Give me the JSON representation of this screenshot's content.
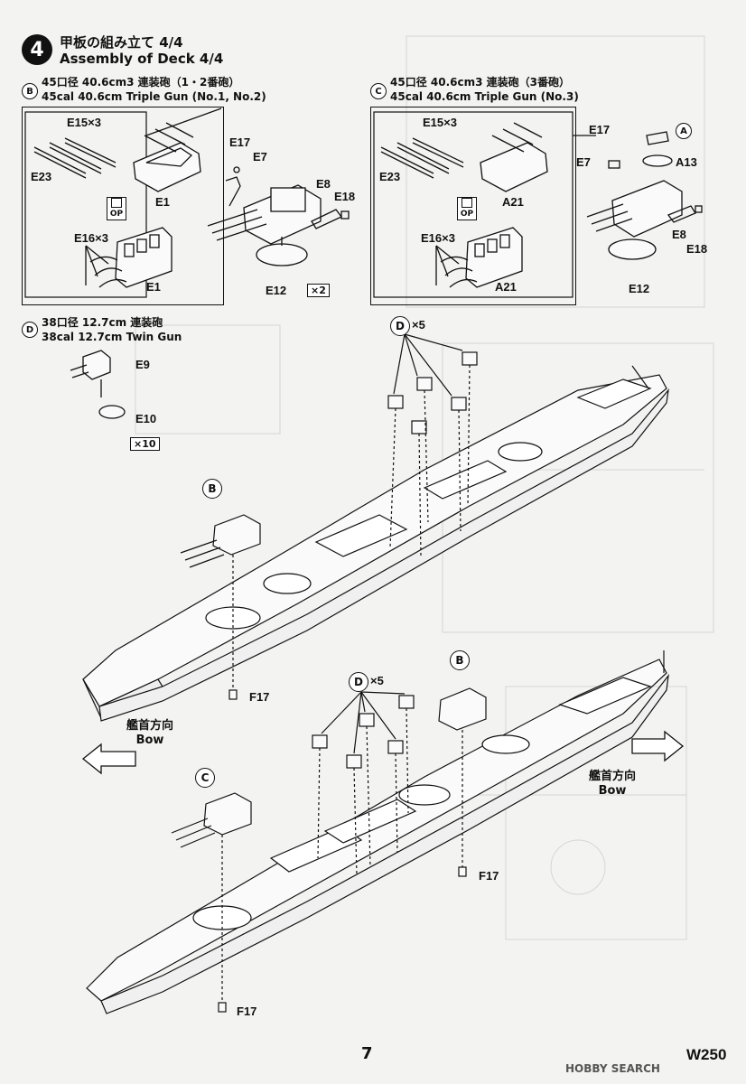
{
  "step": {
    "number": "4",
    "title_jp": "甲板の組み立て 4/4",
    "title_en": "Assembly of Deck 4/4"
  },
  "panel_b": {
    "marker": "B",
    "title_jp": "45口径 40.6cm3 連装砲（1・2番砲）",
    "title_en": "45cal 40.6cm Triple Gun (No.1, No.2)",
    "labels": {
      "e15": "E15×3",
      "e23": "E23",
      "e1_top": "E1",
      "op": "OP",
      "e16": "E16×3",
      "e1_bottom": "E1",
      "e17": "E17",
      "e7": "E7",
      "e8": "E8",
      "e18": "E18",
      "e12": "E12",
      "qty": "×2"
    }
  },
  "panel_c": {
    "marker": "C",
    "title_jp": "45口径 40.6cm3 連装砲（3番砲）",
    "title_en": "45cal 40.6cm Triple Gun (No.3)",
    "labels": {
      "e15": "E15×3",
      "e23": "E23",
      "a21_top": "A21",
      "op": "OP",
      "e16": "E16×3",
      "a21_bottom": "A21",
      "e17": "E17",
      "marker_a": "A",
      "e7": "E7",
      "a13": "A13",
      "e8": "E8",
      "e18": "E18",
      "e12": "E12"
    }
  },
  "panel_d": {
    "marker": "D",
    "title_jp": "38口径 12.7cm 連装砲",
    "title_en": "38cal 12.7cm Twin Gun",
    "labels": {
      "e9": "E9",
      "e10": "E10",
      "qty": "×10"
    }
  },
  "ship_upper": {
    "d_callout": "×5",
    "d_marker": "D",
    "b_marker": "B",
    "f17": "F17"
  },
  "ship_lower": {
    "d_callout": "×5",
    "d_marker": "D",
    "b_marker": "B",
    "c_marker": "C",
    "f17_mid": "F17",
    "f17_stern": "F17"
  },
  "directions": {
    "left_jp": "艦首方向",
    "left_en": "Bow",
    "right_jp": "艦首方向",
    "right_en": "Bow"
  },
  "footer": {
    "page": "7",
    "code": "W250",
    "watermark": "HOBBY SEARCH"
  }
}
